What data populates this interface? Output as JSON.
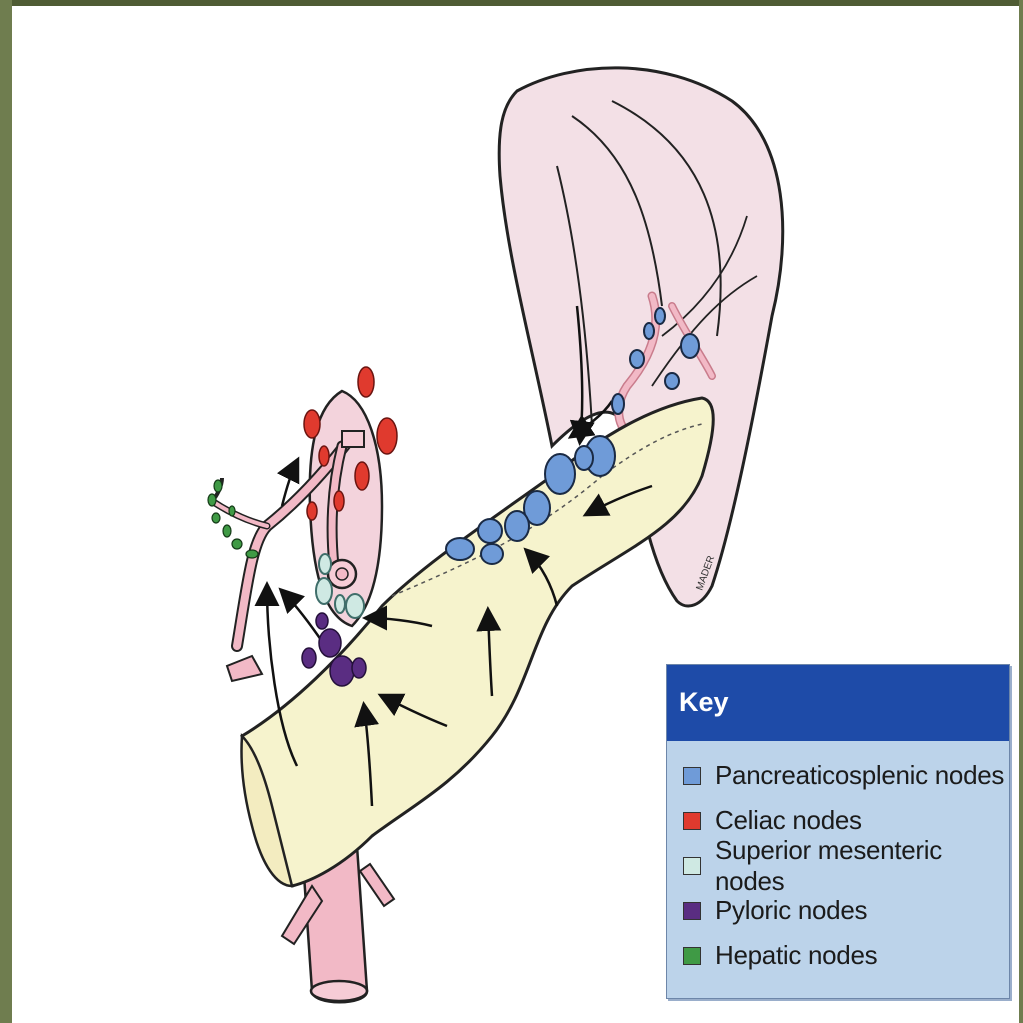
{
  "key": {
    "title": "Key",
    "items": [
      {
        "label": "Pancreaticosplenic nodes",
        "color": "#6f9bd8"
      },
      {
        "label": "Celiac nodes",
        "color": "#e03a2e"
      },
      {
        "label": "Superior mesenteric nodes",
        "color": "#cfe9e3"
      },
      {
        "label": "Pyloric nodes",
        "color": "#5a2d82"
      },
      {
        "label": "Hepatic nodes",
        "color": "#3f9a45"
      }
    ]
  },
  "illustration": {
    "signature": "MADER",
    "colors": {
      "stomach": "#f3e0e6",
      "pancreas": "#f6f3cd",
      "vessel": "#f2b9c6",
      "pancreaticosplenic": "#6f9bd8",
      "celiac": "#e03a2e",
      "superior_mesenteric": "#cfe9e3",
      "pyloric": "#5a2d82",
      "hepatic": "#3f9a45"
    }
  }
}
